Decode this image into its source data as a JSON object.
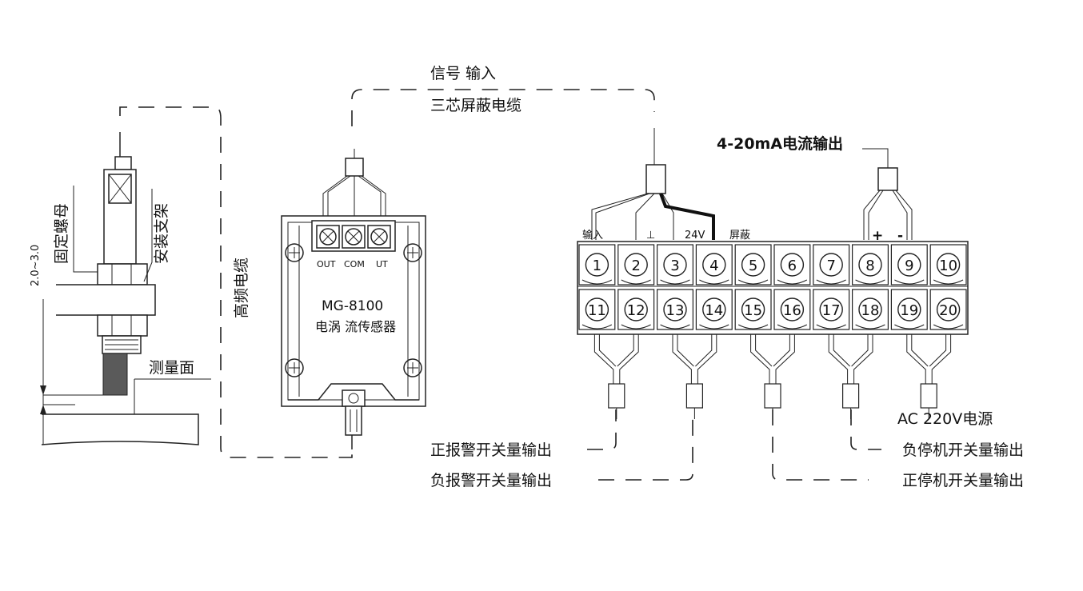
{
  "sensor": {
    "nut_label": "固定螺母",
    "bracket_label": "安装支架",
    "cable_label": "高频电缆",
    "gap_label": "2.0~3.0",
    "surface_label": "测量面"
  },
  "converter": {
    "model": "MG-8100",
    "name": "电涡 流传感器",
    "terminals": [
      "OUT",
      "COM",
      "UT"
    ]
  },
  "signal": {
    "line1": "信号 输入",
    "line2": "三芯屏蔽电缆"
  },
  "terminal_block": {
    "top": [
      "1",
      "2",
      "3",
      "4",
      "5",
      "6",
      "7",
      "8",
      "9",
      "10"
    ],
    "bottom": [
      "11",
      "12",
      "13",
      "14",
      "15",
      "16",
      "17",
      "18",
      "19",
      "20"
    ],
    "labels": {
      "input": "输入",
      "ground": "⊥",
      "v24": "24V",
      "shield": "屏蔽",
      "plus": "+",
      "minus": "-"
    }
  },
  "outputs": {
    "current": "4-20mA电流输出",
    "power": "AC 220V电源",
    "pos_alarm": "正报警开关量输出",
    "neg_alarm": "负报警开关量输出",
    "neg_stop": "负停机开关量输出",
    "pos_stop": "正停机开关量输出"
  }
}
